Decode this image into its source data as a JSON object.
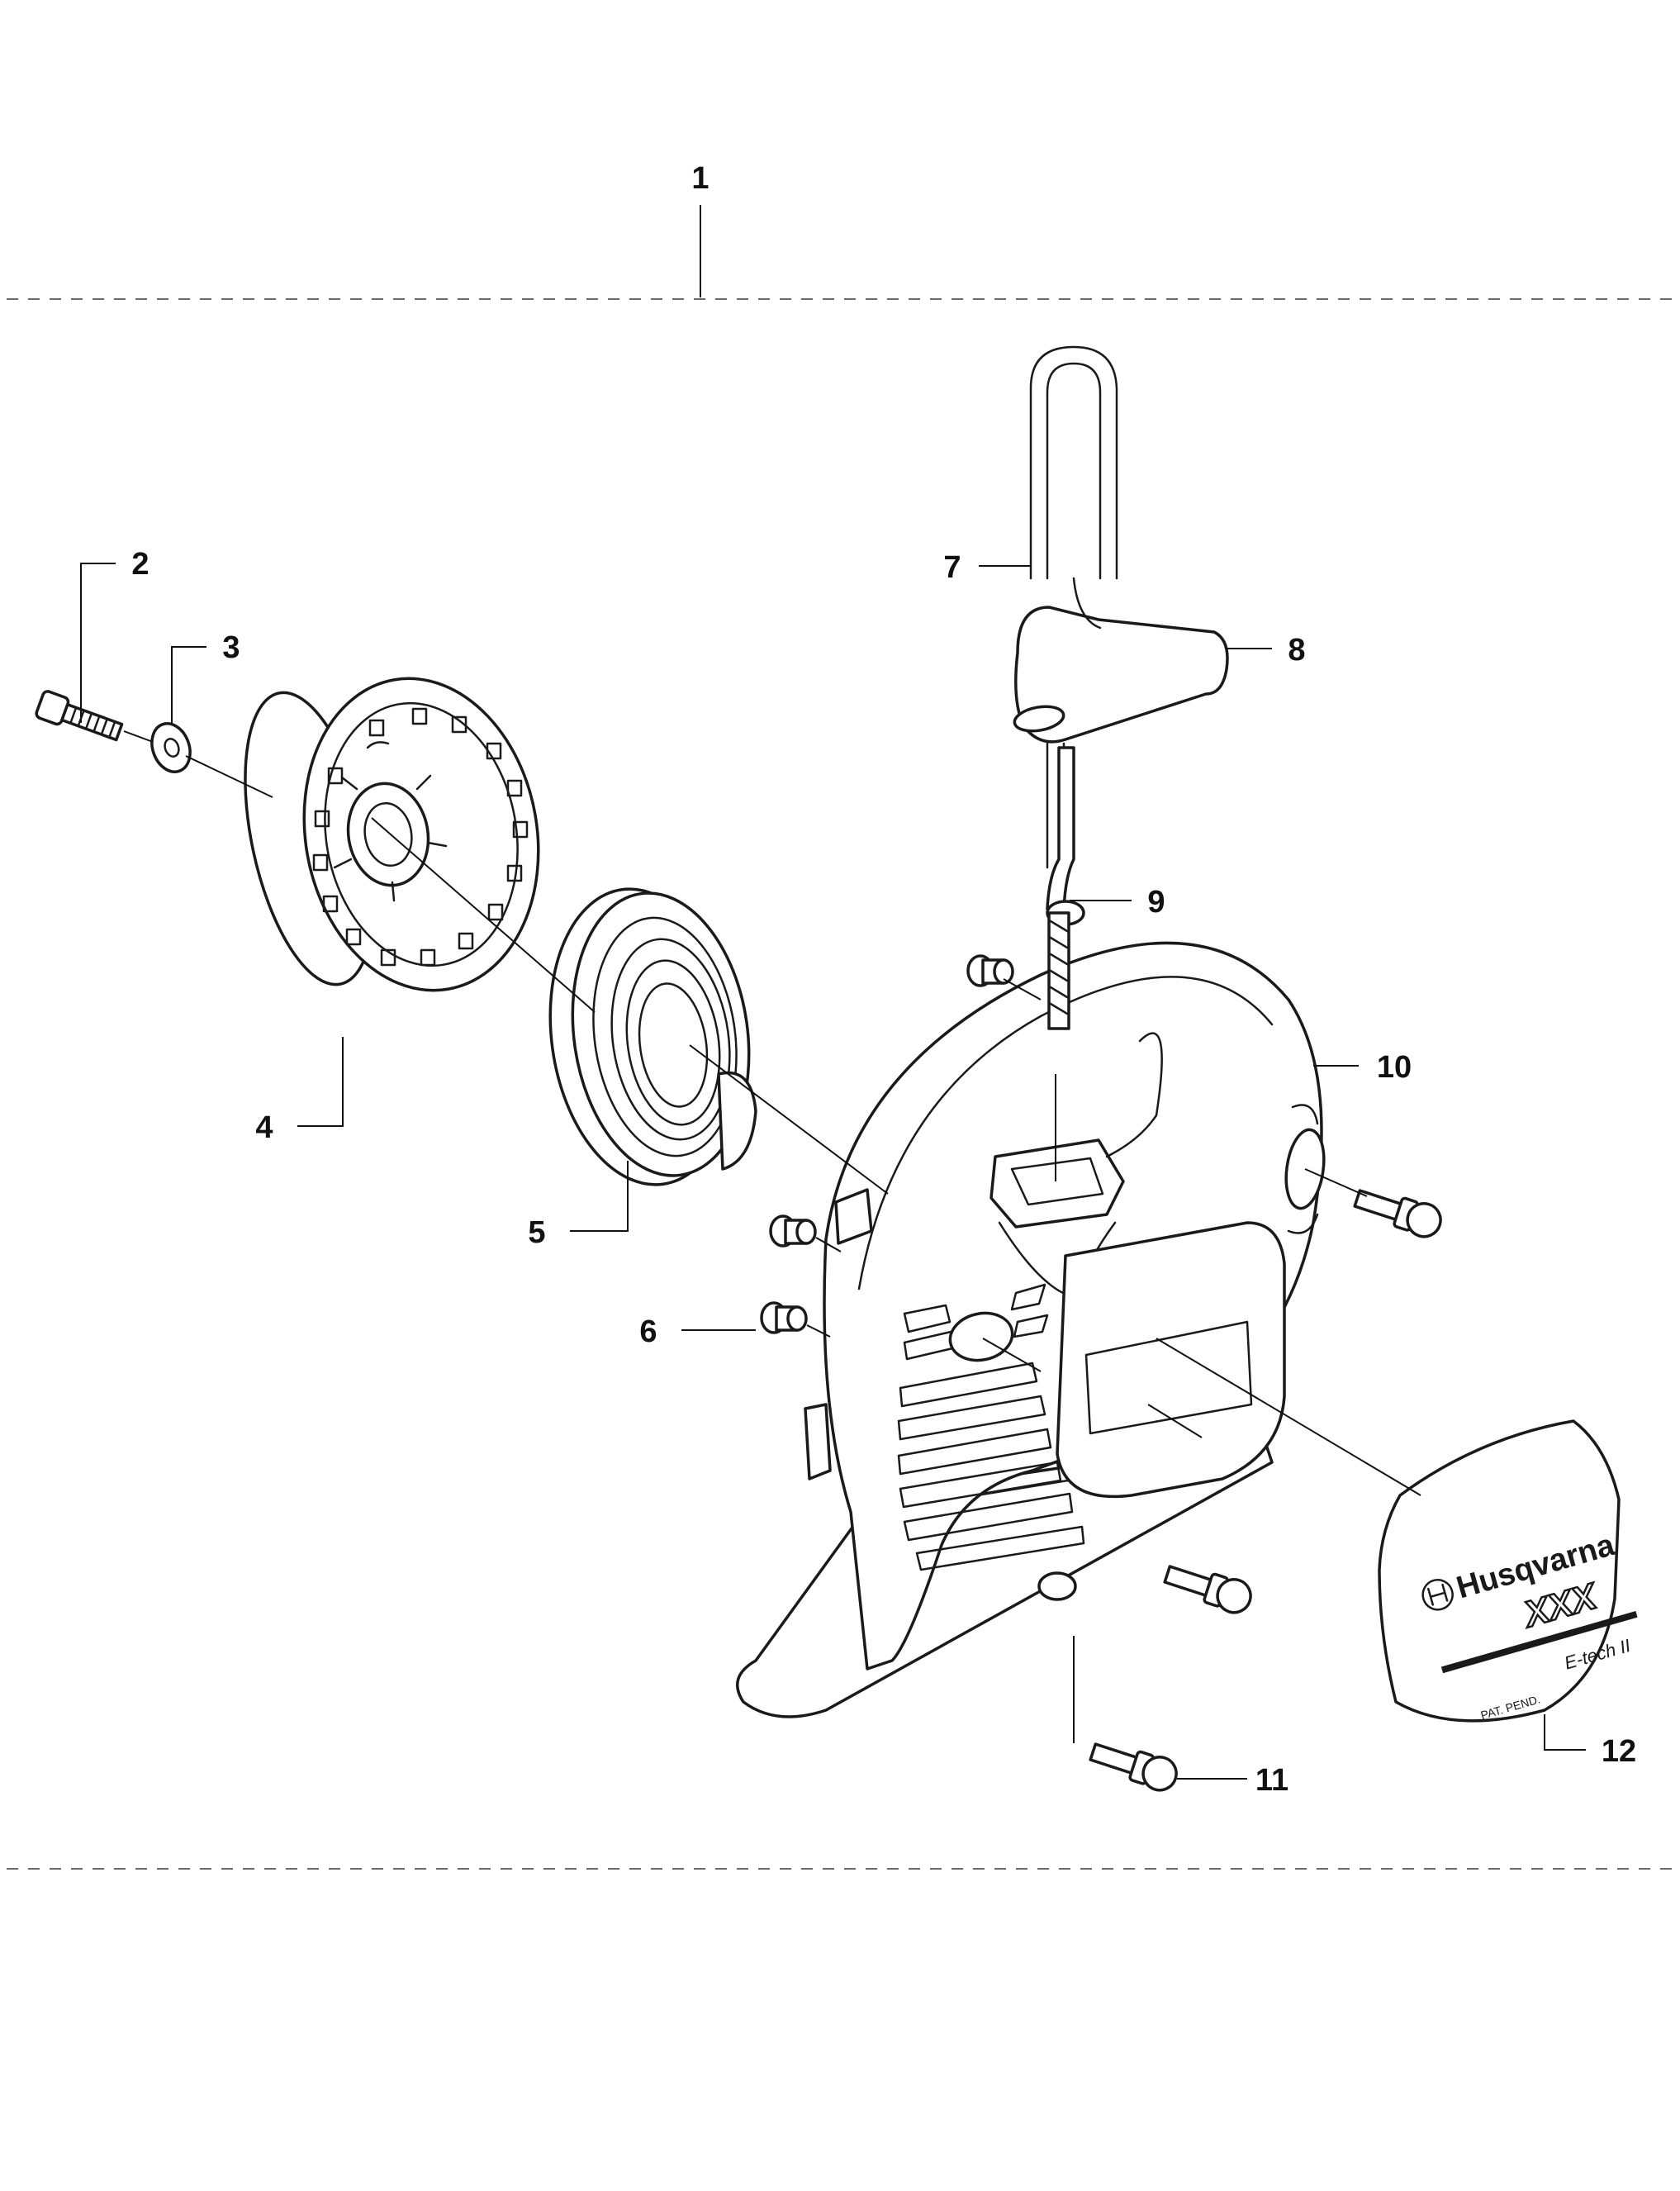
{
  "diagram": {
    "callouts": [
      {
        "id": "1",
        "label": "1"
      },
      {
        "id": "2",
        "label": "2"
      },
      {
        "id": "3",
        "label": "3"
      },
      {
        "id": "4",
        "label": "4"
      },
      {
        "id": "5",
        "label": "5"
      },
      {
        "id": "6",
        "label": "6"
      },
      {
        "id": "7",
        "label": "7"
      },
      {
        "id": "8",
        "label": "8"
      },
      {
        "id": "9",
        "label": "9"
      },
      {
        "id": "10",
        "label": "10"
      },
      {
        "id": "11",
        "label": "11"
      },
      {
        "id": "12",
        "label": "12"
      }
    ],
    "decal": {
      "brand": "Husqvarna",
      "model": "XXX",
      "tech": "E-tech II",
      "patent": "PAT. PEND."
    }
  },
  "colors": {
    "line": "#111111",
    "dashed_separator": "#6b6b6b",
    "background": "#ffffff"
  }
}
